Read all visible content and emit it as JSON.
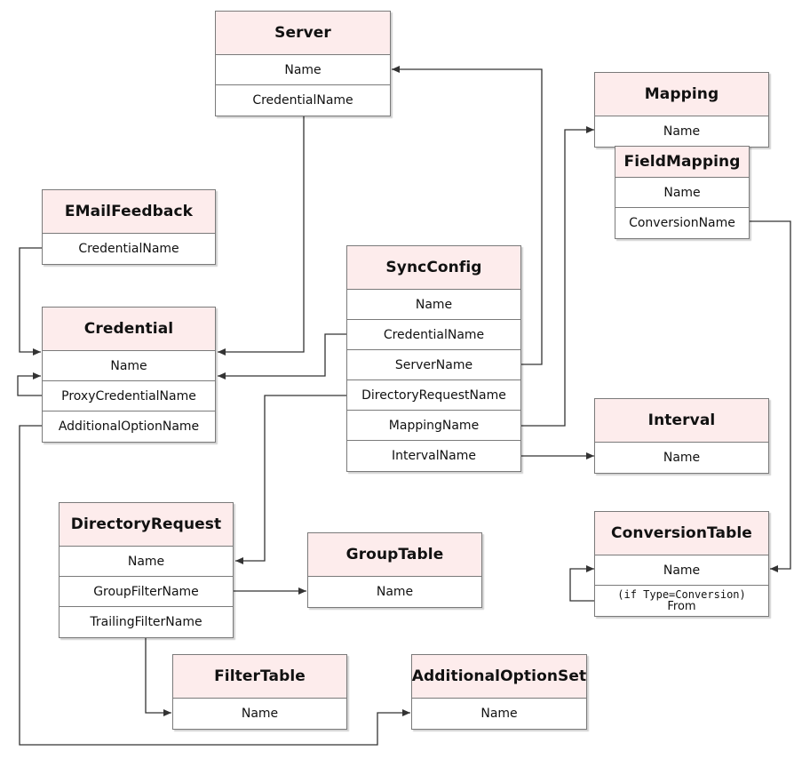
{
  "colors": {
    "header_fill": "#fdecec",
    "border": "#7a7a7a",
    "connector": "#333333"
  },
  "entities": {
    "server": {
      "title": "Server",
      "fields": [
        "Name",
        "CredentialName"
      ]
    },
    "emailfeedback": {
      "title": "EMailFeedback",
      "fields": [
        "CredentialName"
      ]
    },
    "credential": {
      "title": "Credential",
      "fields": [
        "Name",
        "ProxyCredentialName",
        "AdditionalOptionName"
      ]
    },
    "syncconfig": {
      "title": "SyncConfig",
      "fields": [
        "Name",
        "CredentialName",
        "ServerName",
        "DirectoryRequestName",
        "MappingName",
        "IntervalName"
      ]
    },
    "mapping": {
      "title": "Mapping",
      "fields": [
        "Name"
      ]
    },
    "fieldmapping": {
      "title": "FieldMapping",
      "fields": [
        "Name",
        "ConversionName"
      ]
    },
    "interval": {
      "title": "Interval",
      "fields": [
        "Name"
      ]
    },
    "conversiontable": {
      "title": "ConversionTable",
      "fields": [
        "Name"
      ],
      "note_code": "(if Type=Conversion)",
      "note_text": "From"
    },
    "directoryrequest": {
      "title": "DirectoryRequest",
      "fields": [
        "Name",
        "GroupFilterName",
        "TrailingFilterName"
      ]
    },
    "grouptable": {
      "title": "GroupTable",
      "fields": [
        "Name"
      ]
    },
    "filtertable": {
      "title": "FilterTable",
      "fields": [
        "Name"
      ]
    },
    "additionaloptionset": {
      "title": "AdditionalOptionSet",
      "fields": [
        "Name"
      ]
    }
  }
}
